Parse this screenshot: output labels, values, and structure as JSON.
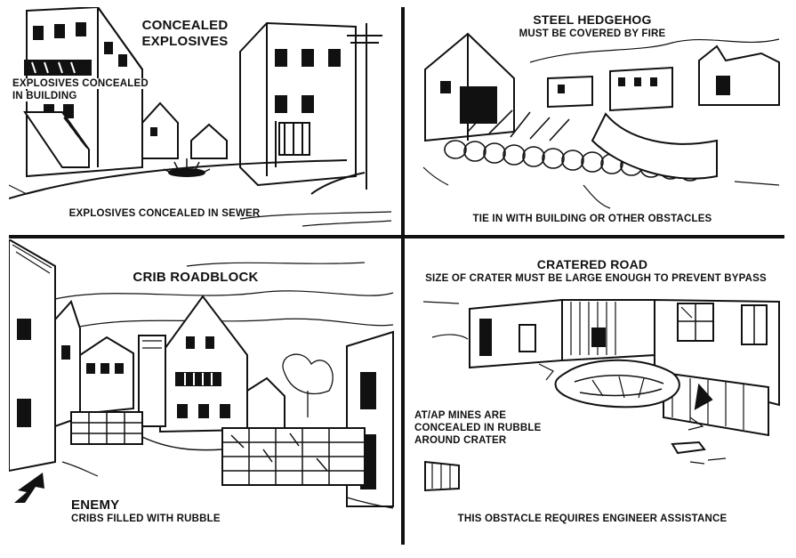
{
  "panels": {
    "top_left": {
      "title_line1": "CONCEALED",
      "title_line2": "EXPLOSIVES",
      "side_line1": "EXPLOSIVES CONCEALED",
      "side_line2": "IN BUILDING",
      "caption": "EXPLOSIVES CONCEALED IN SEWER"
    },
    "top_right": {
      "title": "STEEL HEDGEHOG",
      "subtitle": "MUST BE COVERED BY FIRE",
      "caption": "TIE IN WITH BUILDING OR OTHER OBSTACLES"
    },
    "bottom_left": {
      "title": "CRIB ROADBLOCK",
      "enemy_label": "ENEMY",
      "caption": "CRIBS FILLED WITH RUBBLE"
    },
    "bottom_right": {
      "title": "CRATERED ROAD",
      "subtitle": "SIZE OF CRATER MUST BE LARGE ENOUGH TO PREVENT BYPASS",
      "side_line1": "AT/AP MINES ARE",
      "side_line2": "CONCEALED IN RUBBLE",
      "side_line3": "AROUND CRATER",
      "caption": "THIS OBSTACLE REQUIRES ENGINEER ASSISTANCE"
    }
  },
  "colors": {
    "ink": "#111111",
    "paper": "#ffffff"
  },
  "icons": {
    "enemy_direction": "arrow-down-left-icon"
  }
}
